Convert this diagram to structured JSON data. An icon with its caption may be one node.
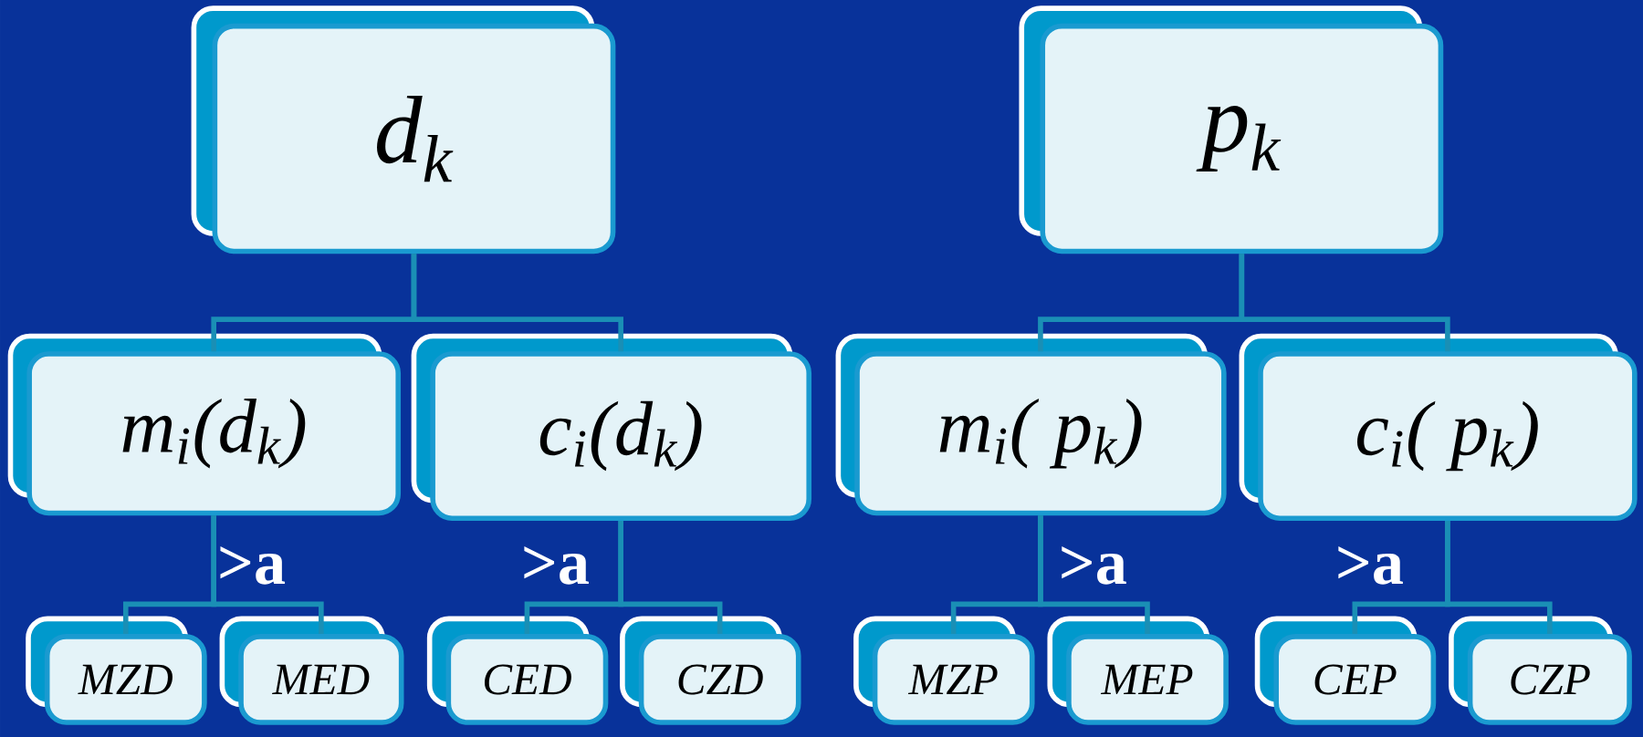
{
  "diagram": {
    "nodes": [
      {
        "text": [
          "d$_{k}$"
        ]
      },
      {
        "text": [
          "p$_{k}$"
        ]
      },
      {
        "text": [
          "m$_{i}$(d$_{k}$)"
        ]
      },
      {
        "text": [
          "c$_{i}$(d$_{k}$)"
        ]
      },
      {
        "text": [
          "m$_{i}$( p$_{k}$)"
        ]
      },
      {
        "text": [
          "c$_{i}$( p$_{k}$)"
        ]
      },
      {
        "text": [
          "MZD"
        ]
      },
      {
        "text": [
          "MED"
        ]
      },
      {
        "text": [
          "CED"
        ]
      },
      {
        "text": [
          "CZD"
        ]
      },
      {
        "text": [
          "MZP"
        ]
      },
      {
        "text": [
          "MEP"
        ]
      },
      {
        "text": [
          "CEP"
        ]
      },
      {
        "text": [
          "CZP"
        ]
      }
    ],
    "edges": [
      {
        "from": 0,
        "to": 2,
        "arrow": "none"
      },
      {
        "from": 0,
        "to": 3,
        "arrow": "none"
      },
      {
        "from": 1,
        "to": 4,
        "arrow": "none"
      },
      {
        "from": 1,
        "to": 5,
        "arrow": "none"
      },
      {
        "from": 2,
        "to": 6,
        "arrow": "none"
      },
      {
        "from": 2,
        "to": 7,
        "arrow": "none"
      },
      {
        "from": 3,
        "to": 8,
        "arrow": "none"
      },
      {
        "from": 3,
        "to": 9,
        "arrow": "none"
      },
      {
        "from": 4,
        "to": 10,
        "arrow": "none"
      },
      {
        "from": 4,
        "to": 11,
        "arrow": "none"
      },
      {
        "from": 5,
        "to": 12,
        "arrow": "none"
      },
      {
        "from": 5,
        "to": 13,
        "arrow": "none"
      }
    ],
    "labels": [
      ">a",
      ">a",
      ">a",
      ">a"
    ]
  }
}
